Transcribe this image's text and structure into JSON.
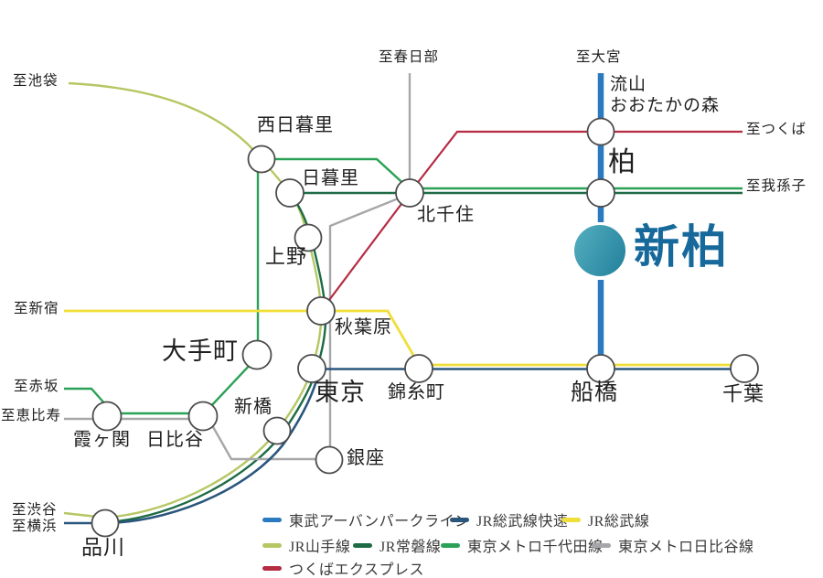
{
  "canvas": {
    "background": "#ffffff"
  },
  "highlight_station": {
    "label": "新柏",
    "text_color": "#17699b",
    "circle_color_left": "#55afc0",
    "circle_color_right": "#2a87a1"
  },
  "station_circle": {
    "fill": "#ffffff",
    "stroke": "#4c4c4c"
  },
  "stations": [
    {
      "id": "nishi-nippori",
      "label": "西日暮里"
    },
    {
      "id": "nippori",
      "label": "日暮里"
    },
    {
      "id": "kita-senju",
      "label": "北千住"
    },
    {
      "id": "ueno",
      "label": "上野"
    },
    {
      "id": "akihabara",
      "label": "秋葉原"
    },
    {
      "id": "otemachi",
      "label": "大手町"
    },
    {
      "id": "tokyo",
      "label": "東京"
    },
    {
      "id": "kinshicho",
      "label": "錦糸町"
    },
    {
      "id": "shimbashi",
      "label": "新橋"
    },
    {
      "id": "ginza",
      "label": "銀座"
    },
    {
      "id": "kasumigaseki",
      "label": "霞ヶ関"
    },
    {
      "id": "hibiya",
      "label": "日比谷"
    },
    {
      "id": "shinagawa",
      "label": "品川"
    },
    {
      "id": "nagareyama-otakanomori",
      "label": "流山",
      "label2": "おおたかの森"
    },
    {
      "id": "kashiwa",
      "label": "柏"
    },
    {
      "id": "funabashi",
      "label": "船橋"
    },
    {
      "id": "chiba",
      "label": "千葉"
    }
  ],
  "endpoints": [
    {
      "id": "to-ikebukuro",
      "label": "至池袋"
    },
    {
      "id": "to-kasukabe",
      "label": "至春日部"
    },
    {
      "id": "to-omiya",
      "label": "至大宮"
    },
    {
      "id": "to-tsukuba",
      "label": "至つくば"
    },
    {
      "id": "to-abiko",
      "label": "至我孫子"
    },
    {
      "id": "to-shinjuku",
      "label": "至新宿"
    },
    {
      "id": "to-akasaka",
      "label": "至赤坂"
    },
    {
      "id": "to-ebisu",
      "label": "至恵比寿"
    },
    {
      "id": "to-shibuya",
      "label": "至渋谷"
    },
    {
      "id": "to-yokohama",
      "label": "至横浜"
    }
  ],
  "lines": {
    "tobu": {
      "label": "東武アーバンパークライン",
      "color": "#2b7abf"
    },
    "sobu_rapid": {
      "label": "JR総武線快速",
      "color": "#2a567e"
    },
    "sobu_local": {
      "label": "JR総武線",
      "color": "#f0df3b"
    },
    "yamanote": {
      "label": "JR山手線",
      "color": "#b5c763"
    },
    "joban": {
      "label": "JR常磐線",
      "color": "#1d6b45"
    },
    "chiyoda": {
      "label": "東京メトロ千代田線",
      "color": "#2ba157"
    },
    "hibiya": {
      "label": "東京メトロ日比谷線",
      "color": "#a7a7aa"
    },
    "tx": {
      "label": "つくばエクスプレス",
      "color": "#b52b42"
    }
  }
}
